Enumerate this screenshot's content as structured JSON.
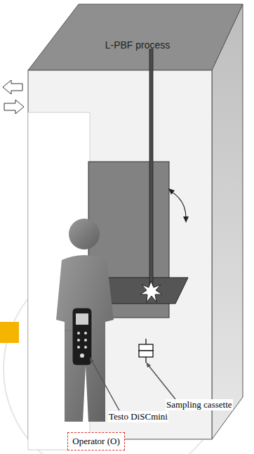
{
  "diagram": {
    "nodes": [
      {
        "text": [
          "L-PBF process"
        ]
      },
      {
        "text": [
          "Operator (O)"
        ]
      }
    ],
    "labels": [
      "Sampling cassette",
      "Testo DiSCmini"
    ]
  }
}
